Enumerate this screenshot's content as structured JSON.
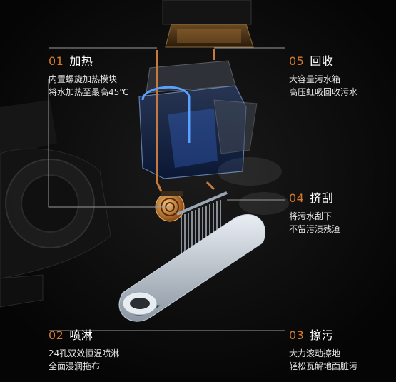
{
  "features": [
    {
      "num": "01",
      "title": "加热",
      "lines": [
        "内置螺旋加热模块",
        "将水加热至最高45℃"
      ]
    },
    {
      "num": "02",
      "title": "喷淋",
      "lines": [
        "24孔双效恒温喷淋",
        "全面浸润拖布"
      ]
    },
    {
      "num": "03",
      "title": "擦污",
      "lines": [
        "大力滚动擦地",
        "轻松瓦解地面脏污"
      ]
    },
    {
      "num": "04",
      "title": "挤刮",
      "lines": [
        "将污水刮下",
        "不留污渍残渣"
      ]
    },
    {
      "num": "05",
      "title": "回收",
      "lines": [
        "大容量污水箱",
        "高压虹吸回收污水"
      ]
    }
  ],
  "colors": {
    "accent": "#d97a2a",
    "background": "#050505",
    "text": "#ffffff"
  }
}
